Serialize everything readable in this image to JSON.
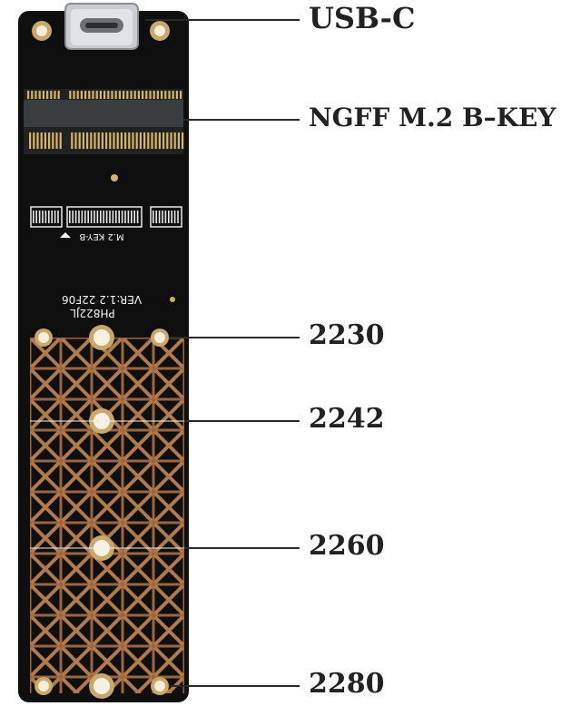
{
  "board": {
    "silkscreen_key": "M.2 KEY-B",
    "silkscreen_model": "PH822JL",
    "silkscreen_version": "VER:1.2  22F06"
  },
  "callouts": [
    {
      "id": "usb-c",
      "label": "USB-C"
    },
    {
      "id": "ngff",
      "label": "NGFF M.2 B–KEY"
    },
    {
      "id": "2230",
      "label": "2230"
    },
    {
      "id": "2242",
      "label": "2242"
    },
    {
      "id": "2260",
      "label": "2260"
    },
    {
      "id": "2280",
      "label": "2280"
    }
  ],
  "colors": {
    "pcb": "#0f0f0f",
    "copper": "#a56b3f",
    "hole": "#f0ead8",
    "gold": "#d8b563",
    "metal": "#cfd2d6"
  }
}
